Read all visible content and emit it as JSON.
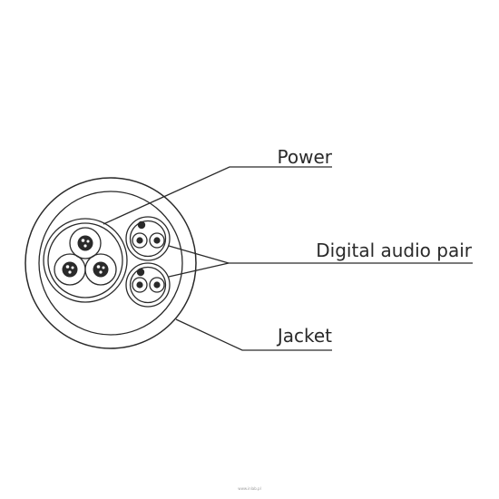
{
  "labels": {
    "power": "Power",
    "digital_audio_pair": "Digital audio pair",
    "jacket": "Jacket"
  },
  "watermark": "www.inlab.pl",
  "colors": {
    "line": "#2a2a2a",
    "background": "#ffffff"
  }
}
